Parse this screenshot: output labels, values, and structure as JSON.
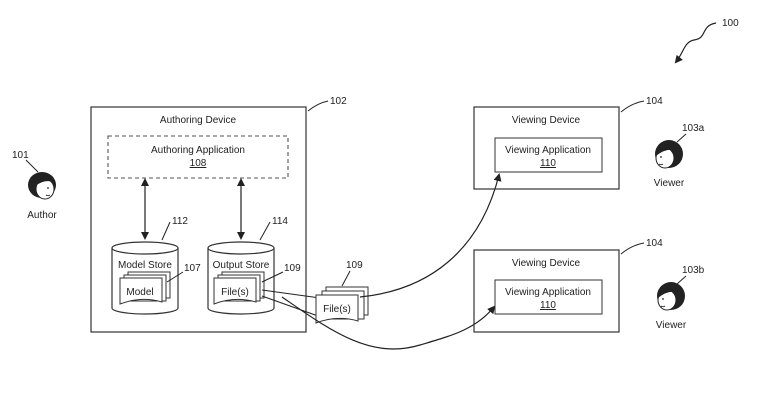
{
  "figure_ref": "100",
  "author": {
    "ref": "101",
    "label": "Author"
  },
  "authoring_device": {
    "ref": "102",
    "title": "Authoring Device",
    "app_label": "Authoring Application",
    "app_ref": "108",
    "model_store": {
      "ref": "112",
      "label": "Model Store",
      "doc_label": "Model",
      "doc_ref": "107"
    },
    "output_store": {
      "ref": "114",
      "label": "Output Store",
      "doc_label": "File(s)",
      "doc_ref": "109"
    }
  },
  "files_transfer": {
    "ref": "109",
    "label": "File(s)"
  },
  "viewing_device_a": {
    "ref": "104",
    "title": "Viewing Device",
    "app_label": "Viewing Application",
    "app_ref": "110",
    "viewer_ref": "103a",
    "viewer_label": "Viewer"
  },
  "viewing_device_b": {
    "ref": "104",
    "title": "Viewing Device",
    "app_label": "Viewing Application",
    "app_ref": "110",
    "viewer_ref": "103b",
    "viewer_label": "Viewer"
  }
}
